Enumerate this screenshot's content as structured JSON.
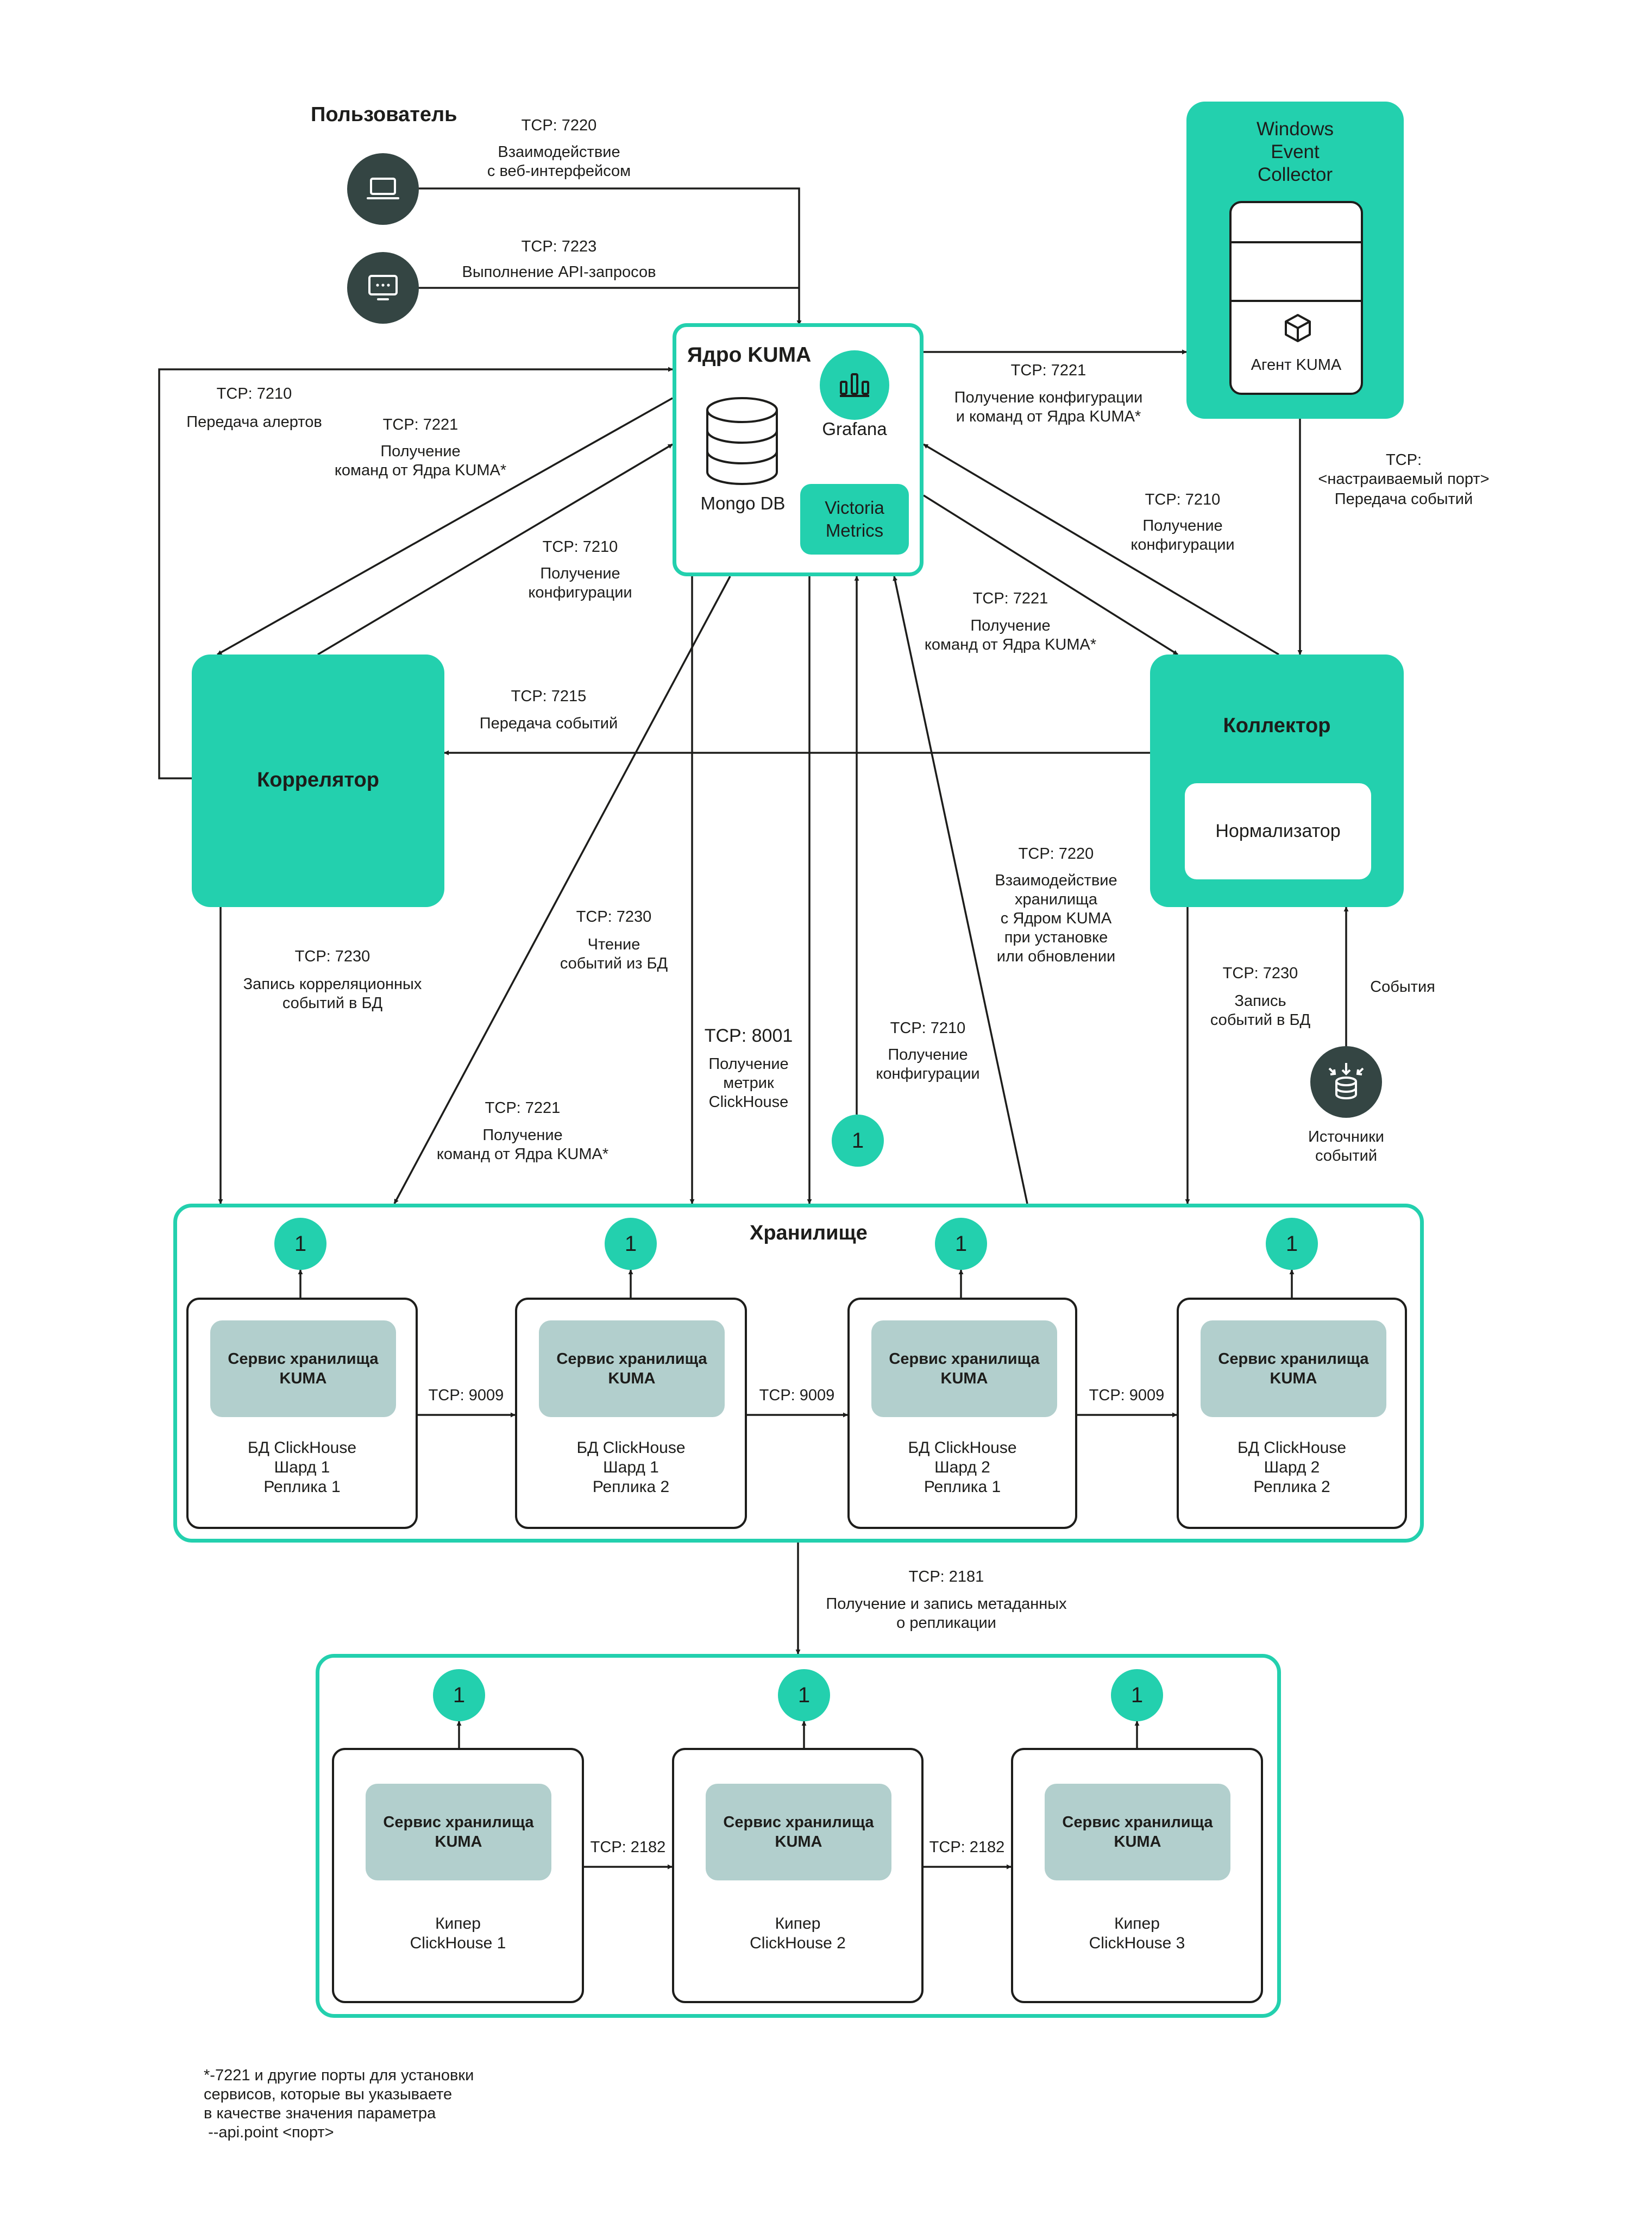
{
  "user": {
    "title": "Пользователь",
    "web_port": "TCP: 7220",
    "web_desc": "Взаимодействие\nс веб-интерфейсом",
    "api_port": "TCP: 7223",
    "api_desc": "Выполнение API-запросов"
  },
  "core": {
    "title": "Ядро KUMA",
    "mongo": "Mongo DB",
    "grafana": "Grafana",
    "victoria": "Victoria\nMetrics"
  },
  "wec": {
    "title": "Windows\nEvent\nCollector",
    "agent": "Агент KUMA"
  },
  "correlator": {
    "title": "Коррелятор"
  },
  "collector": {
    "title": "Коллектор",
    "normalizer": "Нормализатор"
  },
  "sources": {
    "label": "Источники\nсобытий",
    "events": "События"
  },
  "labels": {
    "alerts_port": "TCP: 7210",
    "alerts_desc": "Передача алертов",
    "corr_cmd_port": "TCP: 7221",
    "corr_cmd_desc": "Получение\nкоманд от Ядра KUMA*",
    "corr_cfg_port": "TCP: 7210",
    "corr_cfg_desc": "Получение\nконфигурации",
    "wec_cfg_port": "TCP: 7221",
    "wec_cfg_desc": "Получение конфигурации\nи команд от Ядра KUMA*",
    "wec_events_port": "TCP:\n<настраиваемый порт>",
    "wec_events_desc": "Передача событий",
    "coll_cfg_port": "TCP: 7210",
    "coll_cfg_desc": "Получение\nконфигурации",
    "coll_cmd_port": "TCP: 7221",
    "coll_cmd_desc": "Получение\nкоманд от Ядра KUMA*",
    "events_port": "TCP: 7215",
    "events_desc": "Передача событий",
    "corr_write_port": "TCP: 7230",
    "corr_write_desc": "Запись корреляционных\nсобытий в БД",
    "read_port": "TCP: 7230",
    "read_desc": "Чтение\nсобытий из БД",
    "metrics_port": "TCP: 8001",
    "metrics_desc": "Получение\nметрик\nClickHouse",
    "st_cfg_port": "TCP: 7210",
    "st_cfg_desc": "Получение\nконфигурации",
    "st_core_port": "TCP: 7220",
    "st_core_desc": "Взаимодействие\nхранилища\nс Ядром KUMA\nпри установке\nили обновлении",
    "coll_write_port": "TCP: 7230",
    "coll_write_desc": "Запись\nсобытий в БД",
    "st_cmd_port": "TCP: 7221",
    "st_cmd_desc": "Получение\nкоманд от Ядра KUMA*",
    "zk_port": "TCP: 2181",
    "zk_desc": "Получение и запись метаданных\nо репликации"
  },
  "storage": {
    "title": "Хранилище",
    "service_label": "Сервис хранилища\nKUMA",
    "link_port": "TCP: 9009",
    "nodes": [
      "БД ClickHouse\nШард 1\nРеплика 1",
      "БД ClickHouse\nШард 1\nРеплика 2",
      "БД ClickHouse\nШард 2\nРеплика 1",
      "БД ClickHouse\nШард 2\nРеплика 2"
    ]
  },
  "keepers": {
    "service_label": "Сервис хранилища\nKUMA",
    "link_port": "TCP: 2182",
    "nodes": [
      "Кипер\nClickHouse 1",
      "Кипер\nClickHouse 2",
      "Кипер\nClickHouse 3"
    ]
  },
  "badge_text": "1",
  "footnote": "*-7221 и другие порты для установки\nсервисов, которые вы указываете\nв качестве значения параметра\n --api.point <порт>",
  "colors": {
    "accent": "#23d0ae",
    "service_fill": "#b2cfcd",
    "dark_circle": "#344543",
    "line": "#1d1d1b"
  }
}
